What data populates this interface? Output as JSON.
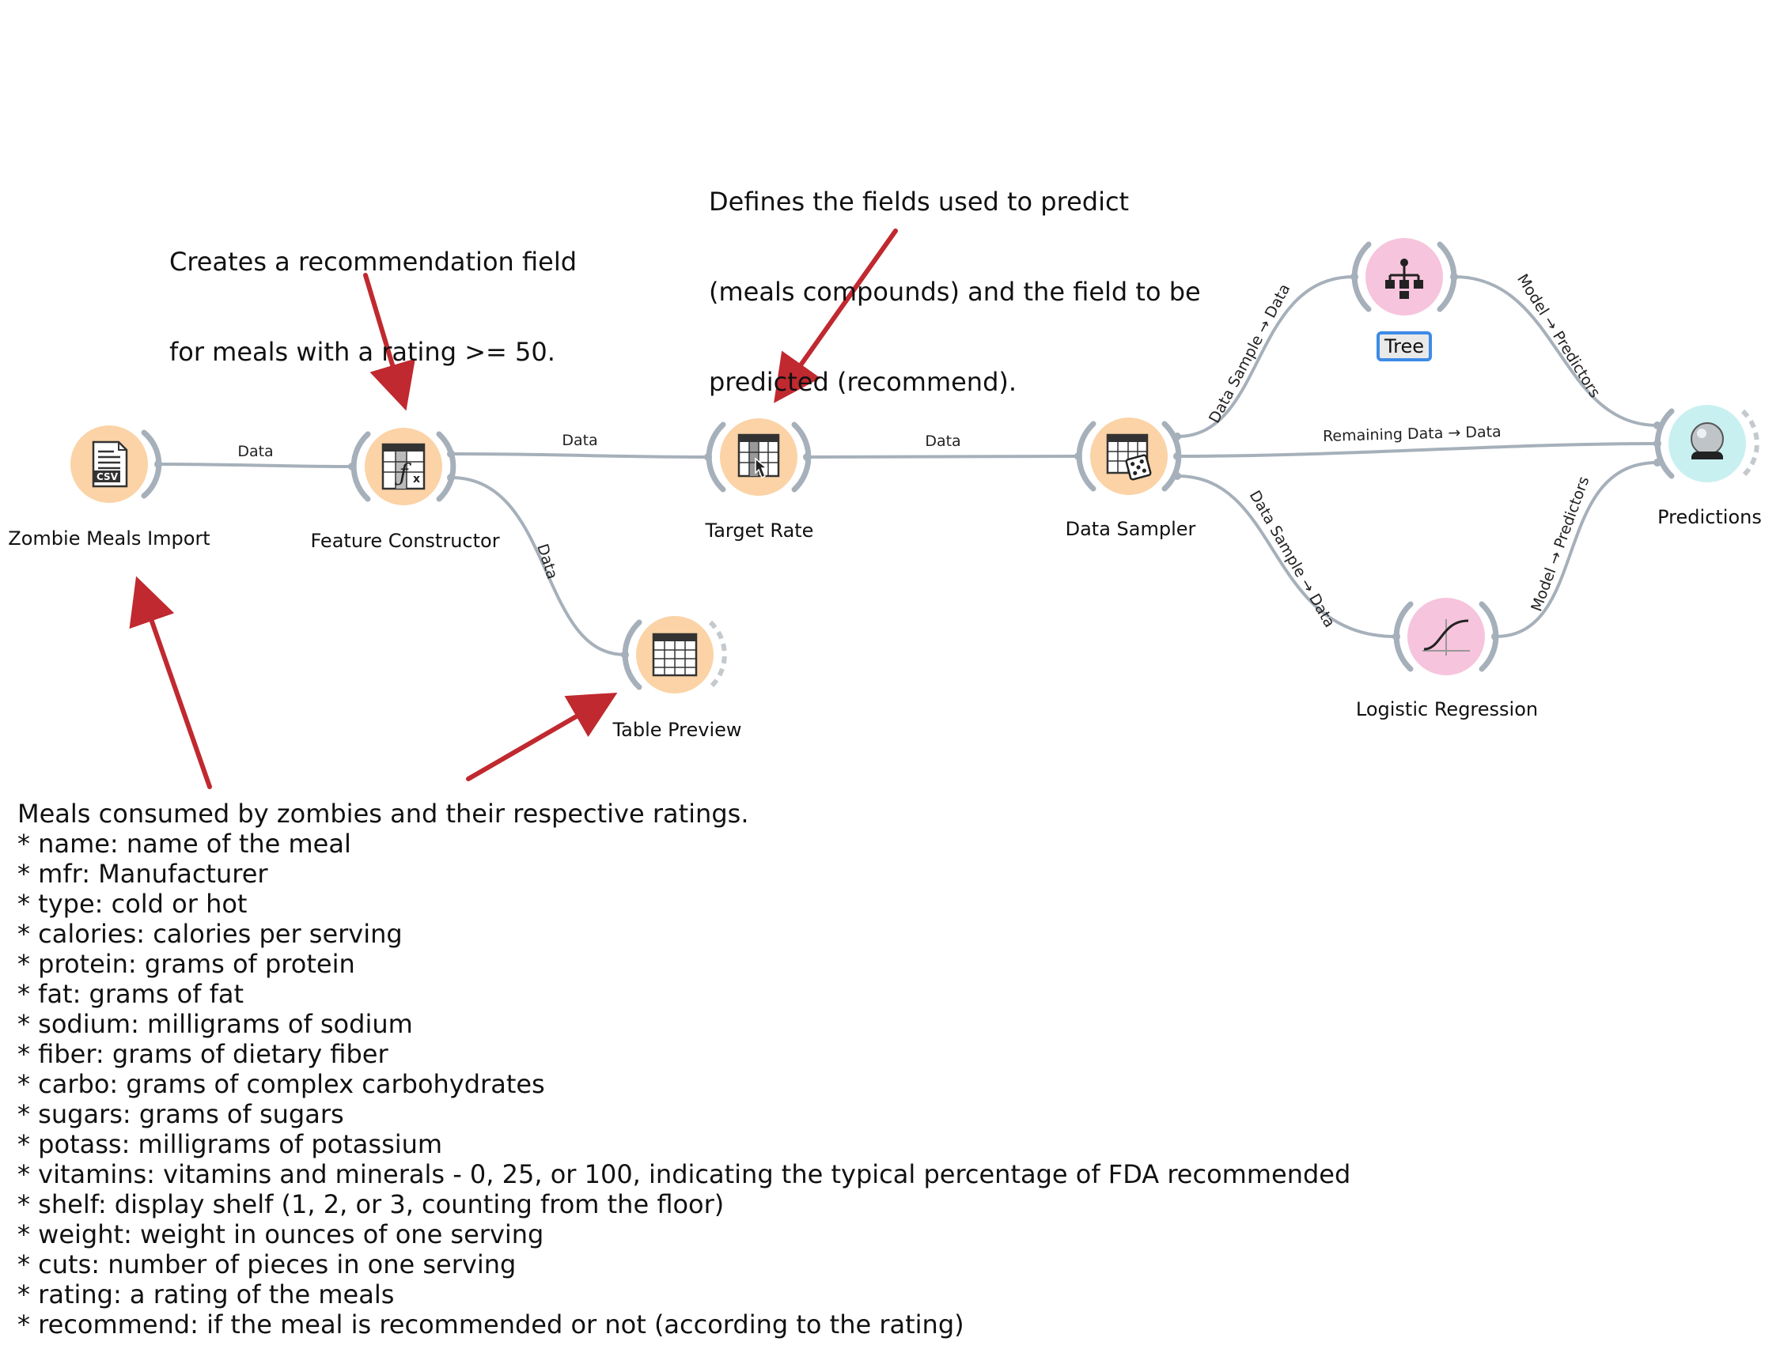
{
  "annotations": {
    "feature_note": [
      "Creates a recommendation field",
      "for meals with a rating >= 50."
    ],
    "target_note": [
      "Defines the fields used to predict",
      "(meals compounds) and the field to be",
      "predicted (recommend)."
    ]
  },
  "nodes": {
    "zombie_meals_import": {
      "label": "Zombie Meals Import",
      "icon": "csv-file-icon",
      "color": "#fbd3a6"
    },
    "feature_constructor": {
      "label": "Feature Constructor",
      "icon": "function-table-icon",
      "color": "#fbd3a6"
    },
    "table_preview": {
      "label": "Table Preview",
      "icon": "table-icon",
      "color": "#fbd3a6"
    },
    "target_rate": {
      "label": "Target Rate",
      "icon": "table-cursor-icon",
      "color": "#fbd3a6"
    },
    "data_sampler": {
      "label": "Data Sampler",
      "icon": "table-dice-icon",
      "color": "#fbd3a6"
    },
    "tree": {
      "label": "Tree",
      "icon": "tree-icon",
      "color": "#f6c4dc"
    },
    "logistic_regression": {
      "label": "Logistic Regression",
      "icon": "sigmoid-icon",
      "color": "#f6c4dc"
    },
    "predictions": {
      "label": "Predictions",
      "icon": "crystal-ball-icon",
      "color": "#c9f0f0"
    }
  },
  "links": {
    "import_to_feature": "Data",
    "feature_to_target": "Data",
    "feature_to_preview": "Data",
    "target_to_sampler": "Data",
    "sampler_to_tree": "Data Sample → Data",
    "sampler_to_predictions": "Remaining Data → Data",
    "sampler_to_logreg": "Data Sample → Data",
    "tree_to_predictions": "Model → Predictors",
    "logreg_to_predictions": "Model → Predictors"
  },
  "description": {
    "heading": "Meals consumed by zombies and their respective ratings.",
    "items": [
      "* name: name of the meal",
      "* mfr: Manufacturer",
      "* type: cold or hot",
      "* calories: calories per serving",
      "* protein: grams of protein",
      "* fat: grams of fat",
      "* sodium: milligrams of sodium",
      "* fiber: grams of dietary fiber",
      "* carbo: grams of complex carbohydrates",
      "* sugars: grams of sugars",
      "* potass: milligrams of potassium",
      "* vitamins: vitamins and minerals - 0, 25, or 100, indicating the typical percentage of FDA recommended",
      "* shelf: display shelf (1, 2, or 3, counting from the floor)",
      "* weight: weight in ounces of one serving",
      "* cuts: number of pieces in one serving",
      "* rating: a rating of the meals",
      "* recommend: if the meal is recommended or not (according to the rating)"
    ]
  },
  "colors": {
    "link": "#a6b0ba",
    "arrow": "#c0292f",
    "selection": "#3d8be6"
  }
}
